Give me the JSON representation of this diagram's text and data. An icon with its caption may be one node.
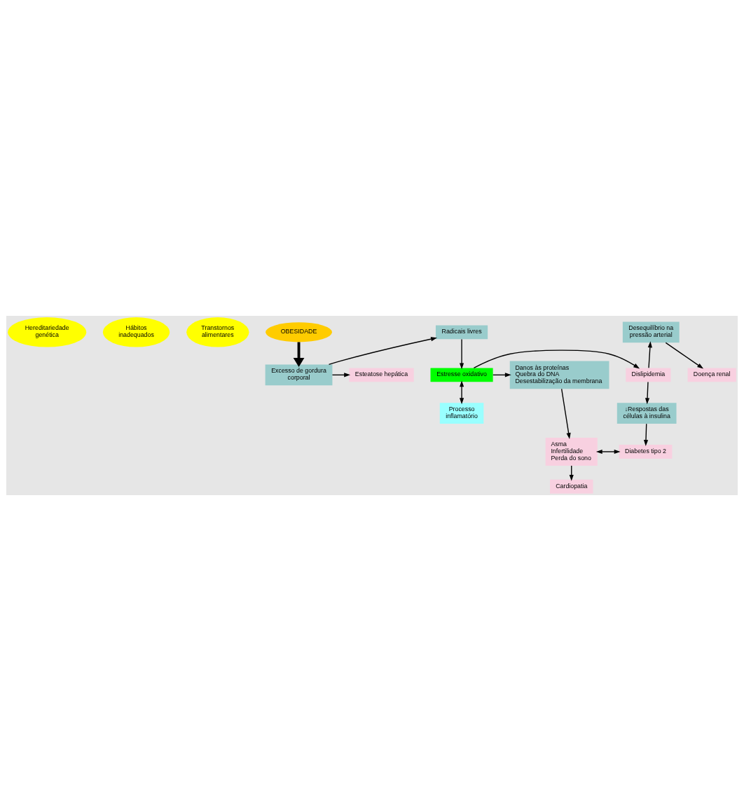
{
  "diagram": {
    "nodes": [
      {
        "text": [
          "Hereditariedade genética"
        ]
      },
      {
        "text": [
          "Hábitos inadequados"
        ]
      },
      {
        "text": [
          "Transtornos alimentares"
        ]
      },
      {
        "text": [
          "OBESIDADE"
        ]
      },
      {
        "text": [
          "Excesso de gordura corporal"
        ]
      },
      {
        "text": [
          "Esteatose hepática"
        ]
      },
      {
        "text": [
          "Doença renal"
        ]
      },
      {
        "text": [
          "Radicais livres"
        ]
      },
      {
        "text": [
          "Desequilíbrio na pressão arterial"
        ]
      },
      {
        "text": [
          "Danos às proteínas",
          "Quebra do DNA",
          "Desestabilização da membrana"
        ]
      },
      {
        "text": [
          "Estresse oxidativo"
        ]
      },
      {
        "text": [
          "Dislipidemia"
        ]
      },
      {
        "text": [
          "Asma",
          "Infertilidade",
          "Perda do sono"
        ]
      },
      {
        "text": [
          "Processo inflamatório"
        ]
      },
      {
        "text": [
          "↓Respostas das células à insulina"
        ]
      },
      {
        "text": [
          "Diabetes tipo 2"
        ]
      },
      {
        "text": [
          "Cardiopatia"
        ]
      }
    ],
    "edges": [
      {
        "from": 3,
        "to": 4,
        "arrow": "to",
        "style": "thick"
      },
      {
        "from": 4,
        "to": 5,
        "arrow": "to"
      },
      {
        "from": 4,
        "to": 7,
        "arrow": "to"
      },
      {
        "from": 7,
        "to": 10,
        "arrow": "to"
      },
      {
        "from": 10,
        "to": 9,
        "arrow": "to"
      },
      {
        "from": 10,
        "to": 11,
        "arrow": "to"
      },
      {
        "from": 10,
        "to": 13,
        "arrow": "both"
      },
      {
        "from": 11,
        "to": 8,
        "arrow": "to"
      },
      {
        "from": 8,
        "to": 6,
        "arrow": "to"
      },
      {
        "from": 11,
        "to": 14,
        "arrow": "to"
      },
      {
        "from": 14,
        "to": 15,
        "arrow": "to"
      },
      {
        "from": 9,
        "to": 12,
        "arrow": "to"
      },
      {
        "from": 12,
        "to": 15,
        "arrow": "both"
      },
      {
        "from": 12,
        "to": 16,
        "arrow": "to"
      }
    ]
  }
}
